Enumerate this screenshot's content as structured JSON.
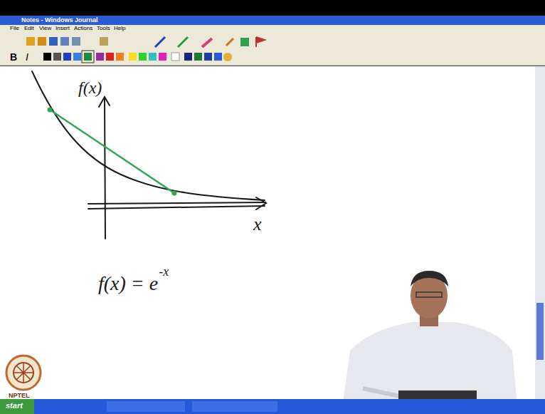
{
  "diagram": {
    "labels": [
      "Notes - Windows Journal",
      "File",
      "Edit",
      "View",
      "Insert",
      "Actions",
      "Tools",
      "Help",
      "B",
      "I",
      "f(x)",
      "x",
      "f(x) = e",
      "-x",
      "NPTEL",
      "start"
    ]
  }
}
